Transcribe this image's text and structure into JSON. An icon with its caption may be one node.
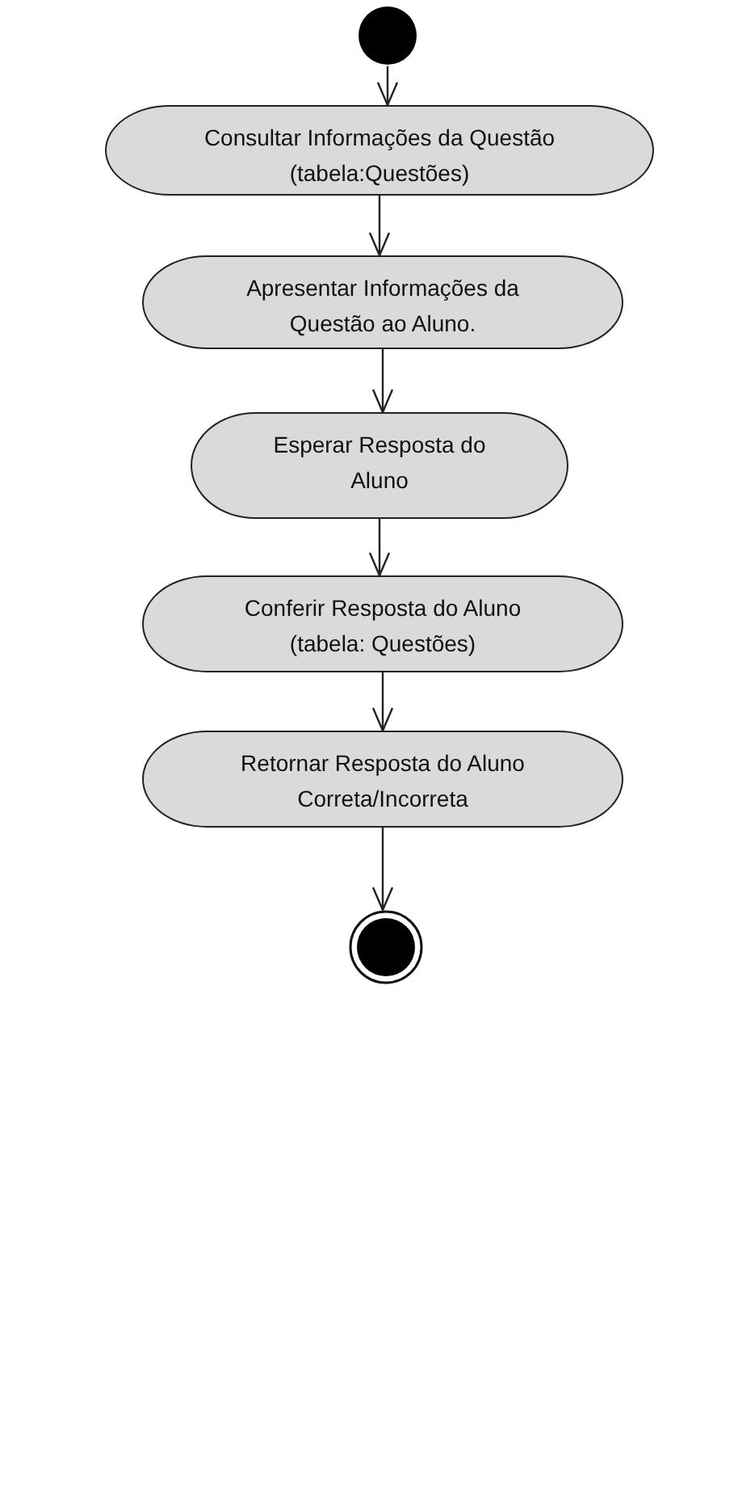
{
  "diagram": {
    "nodes": [
      {
        "text": [],
        "shape": "circle"
      },
      {
        "text": [
          "Consultar Informações da Questão (tabela:Questões)"
        ]
      },
      {
        "text": [
          "Apresentar Informações da Questão ao Aluno."
        ]
      },
      {
        "text": [
          "Esperar Resposta do Aluno"
        ]
      },
      {
        "text": [
          "Conferir Resposta do Aluno (tabela: Questões)"
        ]
      },
      {
        "text": [
          "Retornar Resposta do Aluno Correta/Incorreta"
        ]
      },
      {
        "text": [],
        "shape": "circle"
      }
    ],
    "edges": [
      {
        "from": 0,
        "to": 1,
        "arrow": "to"
      },
      {
        "from": 1,
        "to": 2,
        "arrow": "to"
      },
      {
        "from": 2,
        "to": 3,
        "arrow": "to"
      },
      {
        "from": 3,
        "to": 4,
        "arrow": "to"
      },
      {
        "from": 4,
        "to": 5,
        "arrow": "to"
      },
      {
        "from": 5,
        "to": 6,
        "arrow": "to"
      }
    ]
  }
}
